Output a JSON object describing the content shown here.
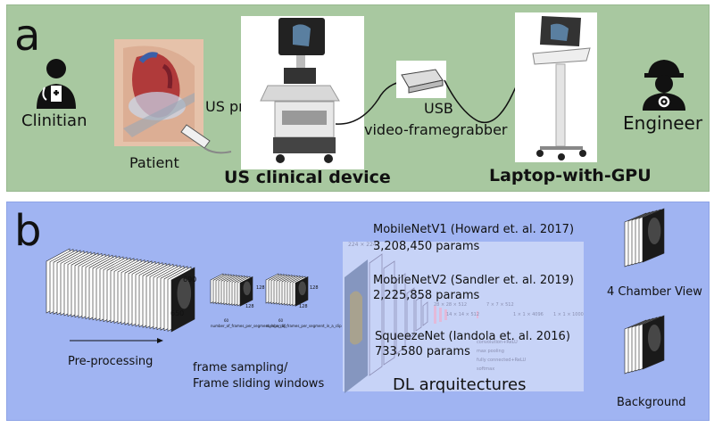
{
  "panel_a": {
    "letter": "a",
    "clinician": "Clinitian",
    "us_probe": "US probe",
    "patient": "Patient",
    "us_device": "US clinical device",
    "usb": "USB",
    "framegrabber": "video-framegrabber",
    "laptop": "Laptop-with-GPU",
    "engineer": "Engineer"
  },
  "panel_b": {
    "letter": "b",
    "preprocessing": "Pre-processing",
    "dim_690": "690",
    "dim_650": "650",
    "frame_sampling": "frame sampling/",
    "frame_sliding": "Frame sliding windows",
    "clip_dim_128": "128",
    "clip_dim_60": "60",
    "clip_caption": "number_of_frames_per_segment_in_a_clip",
    "net_input": "224 × 224",
    "mobilenetv1": "MobileNetV1 (Howard et. al. 2017)",
    "mobilenetv1_params": "3,208,450 params",
    "mobilenetv2": "MobileNetV2 (Sandler et. al. 2019)",
    "mobilenetv2_params": "2,225,858 params",
    "squeezenet": "SqueezeNet (Iandola et. al. 2016)",
    "squeezenet_params": "733,580 params",
    "dl": "DL arquitectures",
    "four_chamber": "4 Chamber View",
    "background": "Background",
    "layer_dims": [
      "28 × 28 × 512",
      "14 × 14 × 512",
      "7 × 7 × 512",
      "1 × 1 × 4096",
      "1 × 1 × 1000"
    ],
    "legend": [
      "convolution+ReLU",
      "max pooling",
      "fully connected+ReLU",
      "softmax"
    ]
  },
  "colors": {
    "panel_a_bg": "#a8c8a0",
    "panel_b_bg": "#a0b4f2"
  }
}
